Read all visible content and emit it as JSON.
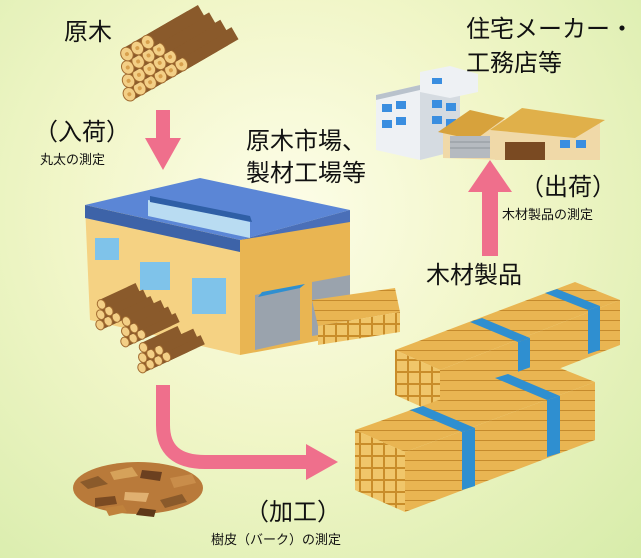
{
  "labels": {
    "raw_logs": "原木",
    "receiving": "（入荷）",
    "receiving_note": "丸太の測定",
    "market_line1": "原木市場、",
    "market_line2": "製材工場等",
    "builder_line1": "住宅メーカー・",
    "builder_line2": "工務店等",
    "shipping": "（出荷）",
    "shipping_note": "木材製品の測定",
    "products": "木材製品",
    "processing": "（加工）",
    "processing_note": "樹皮（バーク）の測定"
  },
  "colors": {
    "arrow": "#ef6f8c",
    "wood": "#e9b552",
    "log_end": "#f3cf86",
    "log_bark": "#8a5a2b",
    "roof": "#5b86d6",
    "band": "#2f8fd0"
  }
}
